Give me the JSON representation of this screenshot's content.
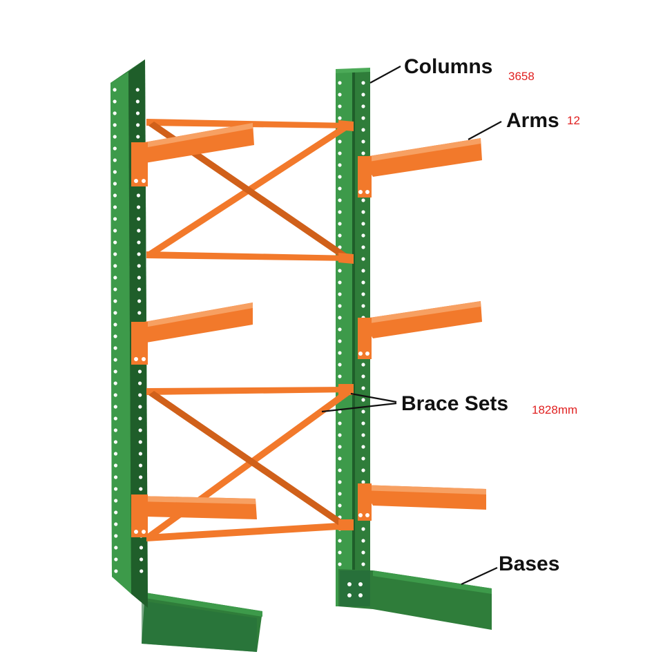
{
  "colors": {
    "column": "#2f7d3a",
    "column_dark": "#1f5e2a",
    "column_light": "#3d9a4a",
    "arm": "#f2792b",
    "arm_dark": "#d0601a",
    "dimension_text": "#e02020",
    "label_text": "#111111"
  },
  "labels": {
    "columns": {
      "text": "Columns",
      "dimension": "3658"
    },
    "arms": {
      "text": "Arms",
      "dimension": "12"
    },
    "brace_sets": {
      "text": "Brace Sets",
      "dimension": "1828mm"
    },
    "bases": {
      "text": "Bases"
    }
  }
}
